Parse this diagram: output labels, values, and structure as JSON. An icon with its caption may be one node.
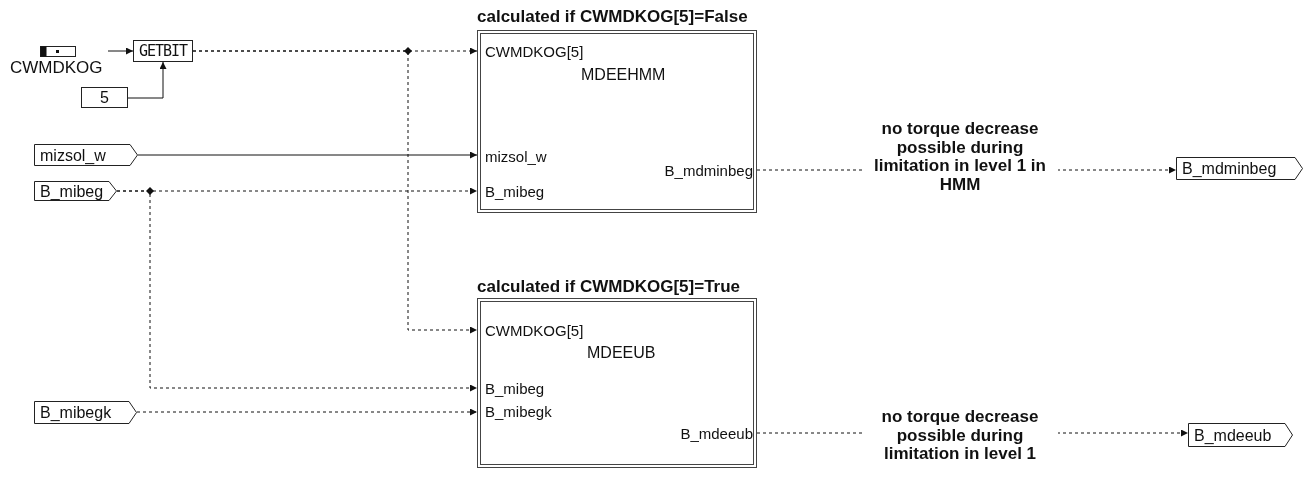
{
  "diagram": {
    "nodes": [
      {
        "text": [
          "CWMDKOG"
        ]
      },
      {
        "text": [
          "GETBIT"
        ]
      },
      {
        "text": [
          "5"
        ]
      },
      {
        "text": [
          "mizsol_w"
        ]
      },
      {
        "text": [
          "B_mibeg"
        ]
      },
      {
        "text": [
          "B_mibegk"
        ]
      },
      {
        "text": [
          "calculated if CWMDKOG[5]=False",
          "CWMDKOG[5]",
          "MDEEHMM",
          "mizsol_w",
          "B_mibeg",
          "B_mdminbeg"
        ]
      },
      {
        "text": [
          "calculated if CWMDKOG[5]=True",
          "CWMDKOG[5]",
          "MDEEUB",
          "B_mibeg",
          "B_mibegk",
          "B_mdeeub"
        ]
      },
      {
        "text": [
          "B_mdminbeg"
        ]
      },
      {
        "text": [
          "B_mdeeub"
        ]
      }
    ],
    "edges": [
      {
        "from": 0,
        "to": 1,
        "arrow": "to"
      },
      {
        "from": 2,
        "to": 1,
        "arrow": "to"
      },
      {
        "from": 1,
        "to": 6,
        "arrow": "to",
        "style": "dashed"
      },
      {
        "from": 1,
        "to": 7,
        "arrow": "to",
        "style": "dashed"
      },
      {
        "from": 3,
        "to": 6,
        "arrow": "to"
      },
      {
        "from": 4,
        "to": 6,
        "arrow": "to",
        "style": "dashed"
      },
      {
        "from": 4,
        "to": 7,
        "arrow": "to",
        "style": "dashed"
      },
      {
        "from": 5,
        "to": 7,
        "arrow": "to",
        "style": "dashed"
      },
      {
        "from": 6,
        "to": 8,
        "arrow": "to",
        "style": "dashed",
        "label": "no torque decrease possible during limitation in level 1 in HMM"
      },
      {
        "from": 7,
        "to": 9,
        "arrow": "to",
        "style": "dashed",
        "label": "no torque decrease possible during limitation in level 1"
      }
    ]
  }
}
